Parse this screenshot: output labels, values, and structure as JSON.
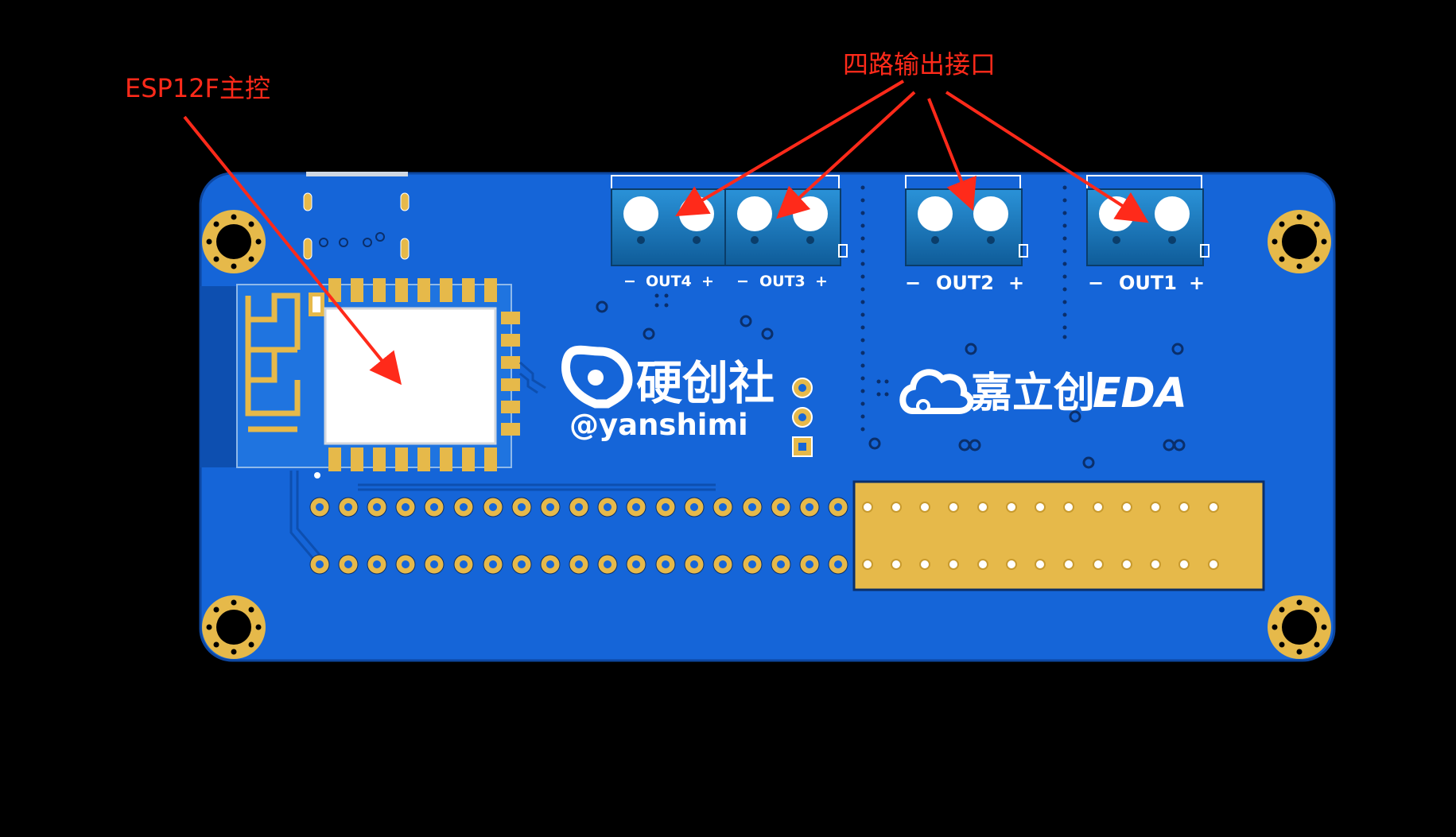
{
  "annotations": {
    "esp_label": "ESP12F主控",
    "outputs_label": "四路输出接口"
  },
  "silkscreen": {
    "out4": "OUT4",
    "out3": "OUT3",
    "out2": "OUT2",
    "out1": "OUT1",
    "minus": "−",
    "plus": "+",
    "logo_left_cn": "硬创社",
    "logo_left_handle": "@yanshimi",
    "logo_right_cn": "嘉立创",
    "logo_right_en": "EDA"
  },
  "colors": {
    "pcb": "#1565d8",
    "pcb_edge": "#0d47a1",
    "gold": "#e6b94a",
    "annotation": "#ff2a1a",
    "terminal": "#1b7fc4"
  }
}
